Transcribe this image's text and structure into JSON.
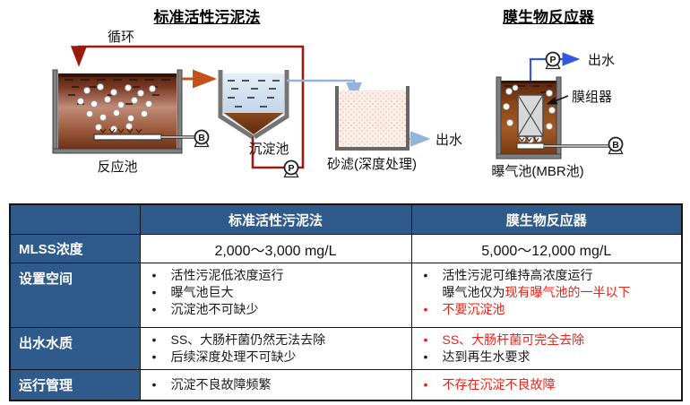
{
  "colors": {
    "header_blue": "#2E5A8C",
    "red_text": "#E8231A",
    "pipe_dark_red": "#9B190D",
    "pipe_orange": "#C2511A",
    "pipe_light_blue": "#95B3D7",
    "pipe_blue": "#3557E0"
  },
  "diagram": {
    "left": {
      "title": "标准活性污泥法",
      "recirculation_label": "循环",
      "reaction_tank_label": "反应池",
      "settling_tank_label": "沉淀池",
      "sand_filter_label": "砂滤(深度处理)",
      "effluent_label": "出水",
      "blower_symbol": "B",
      "pump_symbol": "P"
    },
    "right": {
      "title": "膜生物反应器",
      "effluent_label": "出水",
      "membrane_module_label": "膜组器",
      "tank_label": "曝气池(MBR池)",
      "blower_symbol": "B",
      "pump_symbol": "P"
    }
  },
  "table": {
    "bullet": "•",
    "headers": {
      "std": "标准活性污泥法",
      "mbr": "膜生物反应器"
    },
    "row_mlss": {
      "label": "MLSS浓度",
      "std_value": "2,000～3,000 mg/L",
      "mbr_value": "5,000～12,000 mg/L"
    },
    "row_space": {
      "label": "设置空间",
      "std_bullets": [
        "活性污泥低浓度运行",
        "曝气池巨大",
        "沉淀池不可缺少"
      ],
      "mbr_bullet1": "活性污泥可维持高浓度运行",
      "mbr_line2_black": "曝气池仅为",
      "mbr_line2_red": "现有曝气池的一半以下",
      "mbr_bullet2_red": "不要沉淀池"
    },
    "row_quality": {
      "label": "出水水质",
      "std_bullets": [
        "SS、大肠杆菌仍然无法去除",
        "后续深度处理不可缺少"
      ],
      "mbr_bullet1_red": "SS、大肠杆菌可完全去除",
      "mbr_bullet2": "达到再生水要求"
    },
    "row_ops": {
      "label": "运行管理",
      "std_bullet": "沉淀不良故障频繁",
      "mbr_bullet_red": "不存在沉淀不良故障"
    }
  }
}
